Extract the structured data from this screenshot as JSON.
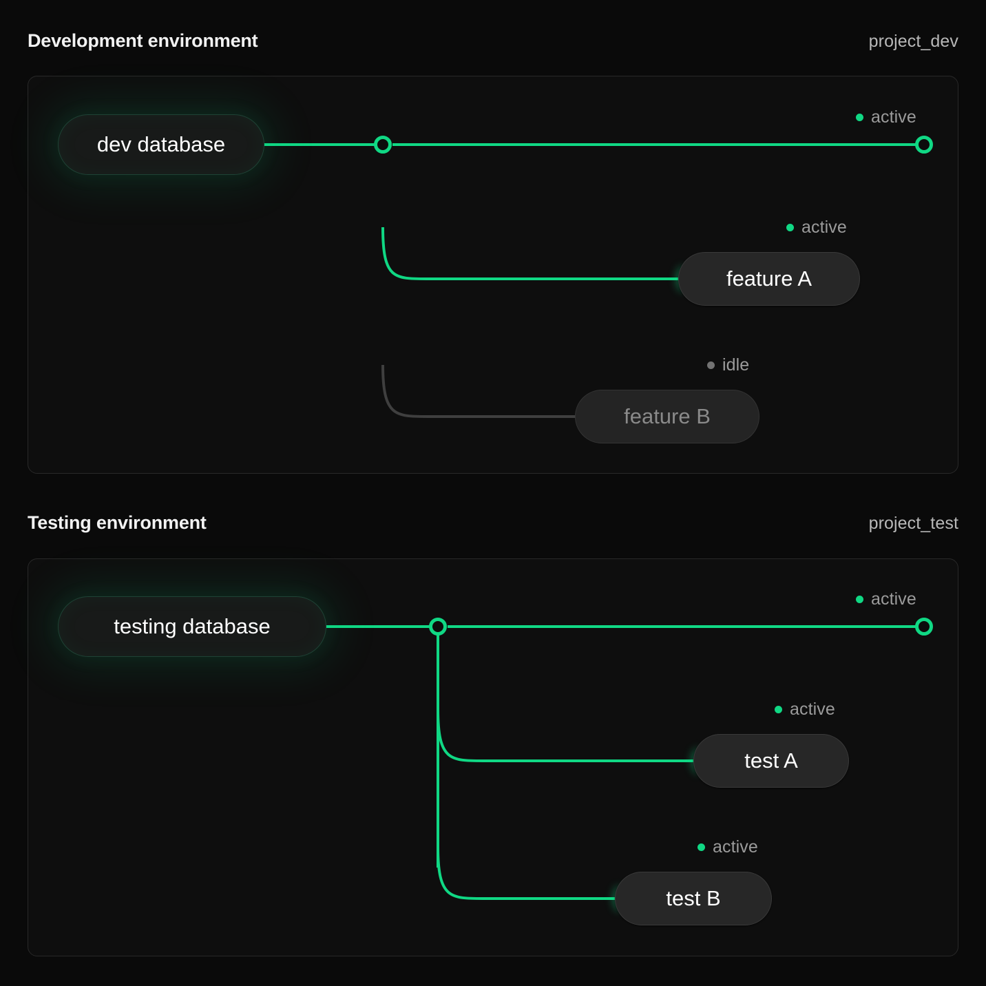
{
  "theme": {
    "page_bg": "#0a0a0a",
    "panel_bg": "#0e0e0e",
    "panel_border": "#292929",
    "accent_active": "#10d884",
    "accent_idle": "#737373",
    "edge_idle": "#3f3f3f",
    "text_primary": "#ffffff",
    "text_muted": "#9b9b9b"
  },
  "sections": [
    {
      "id": "dev",
      "title": "Development environment",
      "project": "project_dev",
      "source": {
        "label": "dev database",
        "status": "active"
      },
      "trunk_status": "active",
      "endpoint": {
        "status": "active",
        "status_label": "active"
      },
      "branches": [
        {
          "label": "feature A",
          "status": "active",
          "status_label": "active"
        },
        {
          "label": "feature B",
          "status": "idle",
          "status_label": "idle"
        }
      ]
    },
    {
      "id": "test",
      "title": "Testing environment",
      "project": "project_test",
      "source": {
        "label": "testing database",
        "status": "active"
      },
      "trunk_status": "active",
      "endpoint": {
        "status": "active",
        "status_label": "active"
      },
      "branches": [
        {
          "label": "test A",
          "status": "active",
          "status_label": "active"
        },
        {
          "label": "test B",
          "status": "active",
          "status_label": "active"
        }
      ]
    }
  ],
  "icons": {
    "status_dot": "status-dot-icon",
    "junction": "junction-node-icon",
    "endpoint": "endpoint-node-icon"
  }
}
